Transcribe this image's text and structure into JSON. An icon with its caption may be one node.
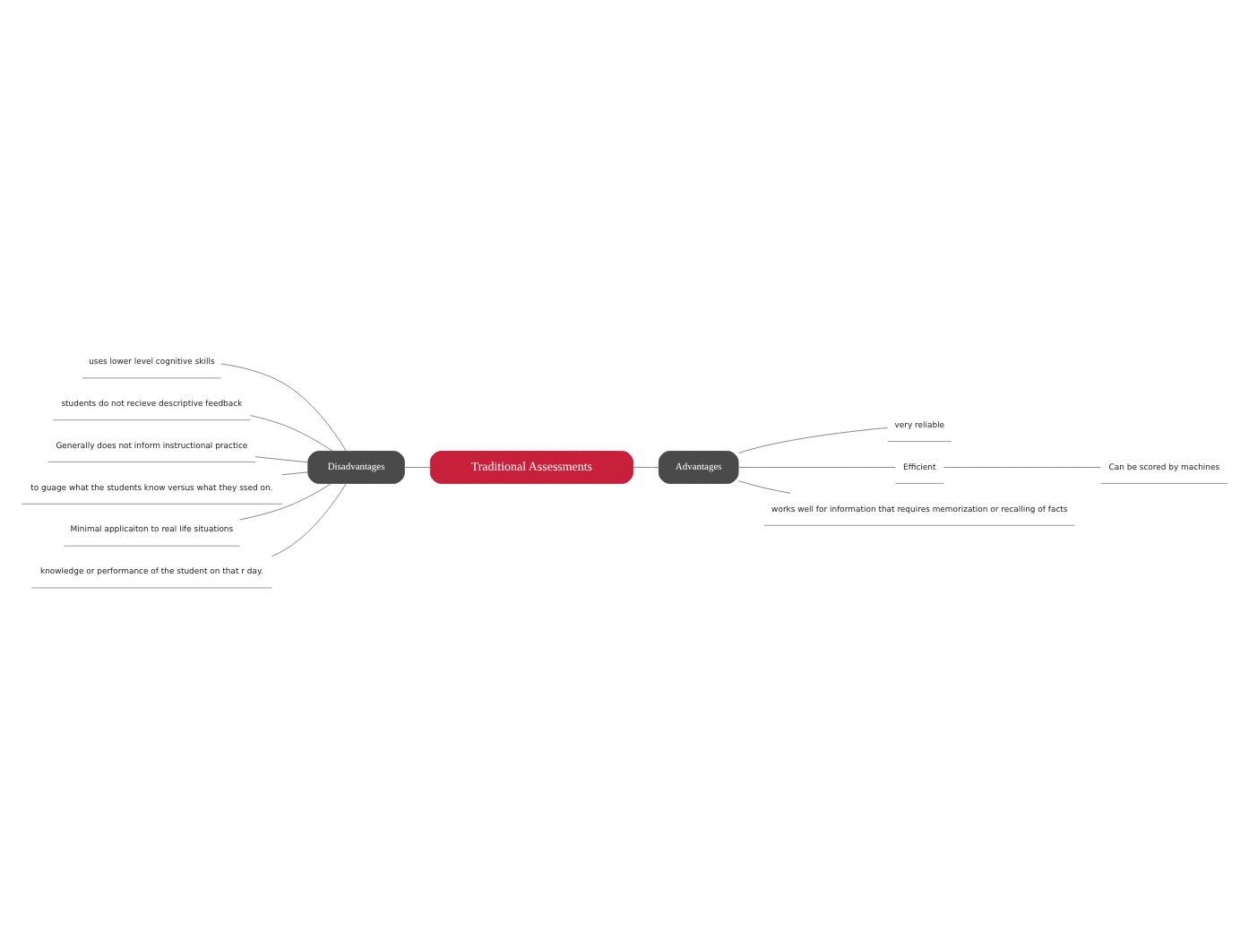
{
  "diagram": {
    "nodes": [
      {
        "text": [
          "Traditional Assessments"
        ]
      },
      {
        "text": [
          "Disadvantages"
        ]
      },
      {
        "text": [
          "uses lower level cognitive skills"
        ]
      },
      {
        "text": [
          "students do not recieve descriptive feedback"
        ]
      },
      {
        "text": [
          "Generally does not inform instructional practice"
        ]
      },
      {
        "text": [
          "to guage what the students know versus what they ssed on."
        ]
      },
      {
        "text": [
          "Minimal applicaiton to real life situations"
        ]
      },
      {
        "text": [
          "knowledge or performance of the student on that r day."
        ]
      },
      {
        "text": [
          "Advantages"
        ]
      },
      {
        "text": [
          "very reliable"
        ]
      },
      {
        "text": [
          "Efficient"
        ]
      },
      {
        "text": [
          "Can be scored by machines"
        ]
      },
      {
        "text": [
          "works well for information that requires memorization or recalling of facts"
        ]
      }
    ],
    "edges": [
      {
        "from": 1,
        "to": 0,
        "arrow": "none"
      },
      {
        "from": 2,
        "to": 1,
        "arrow": "none"
      },
      {
        "from": 3,
        "to": 1,
        "arrow": "none"
      },
      {
        "from": 4,
        "to": 1,
        "arrow": "none"
      },
      {
        "from": 5,
        "to": 1,
        "arrow": "none"
      },
      {
        "from": 6,
        "to": 1,
        "arrow": "none"
      },
      {
        "from": 7,
        "to": 1,
        "arrow": "none"
      },
      {
        "from": 0,
        "to": 8,
        "arrow": "none"
      },
      {
        "from": 8,
        "to": 9,
        "arrow": "none"
      },
      {
        "from": 8,
        "to": 10,
        "arrow": "none"
      },
      {
        "from": 10,
        "to": 11,
        "arrow": "none"
      },
      {
        "from": 8,
        "to": 12,
        "arrow": "none"
      }
    ]
  }
}
